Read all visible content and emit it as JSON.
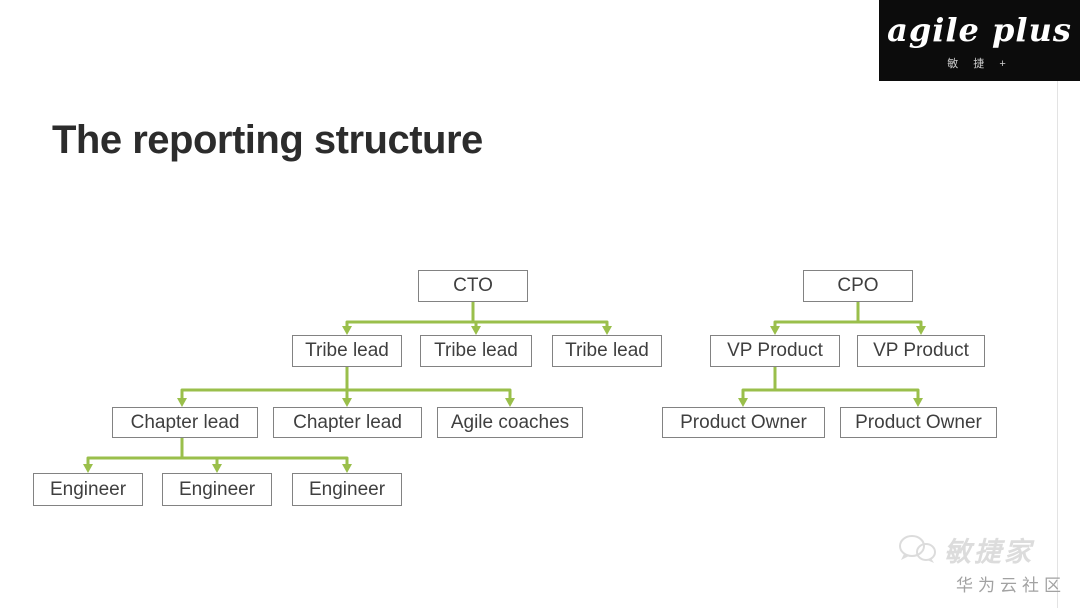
{
  "slide": {
    "title": "The reporting structure"
  },
  "logo": {
    "name": "agile plus",
    "subtitle": "敏 捷 +"
  },
  "org_chart": {
    "left_tree": {
      "root": "CTO",
      "level2": [
        "Tribe lead",
        "Tribe lead",
        "Tribe lead"
      ],
      "level3": [
        "Chapter lead",
        "Chapter lead",
        "Agile coaches"
      ],
      "level4": [
        "Engineer",
        "Engineer",
        "Engineer"
      ]
    },
    "right_tree": {
      "root": "CPO",
      "level2": [
        "VP Product",
        "VP Product"
      ],
      "level3": [
        "Product Owner",
        "Product Owner"
      ]
    }
  },
  "watermark": {
    "brand": "敏捷家",
    "community": "华为云社区",
    "icon": "wechat-chat-bubbles-icon"
  },
  "colors": {
    "connector_green": "#9abf4b",
    "box_border": "#828282",
    "box_text": "#3f3f3f",
    "title_text": "#2c2c2c",
    "logo_background": "#0c0c0c",
    "watermark_gray": "#dcdcdc"
  }
}
